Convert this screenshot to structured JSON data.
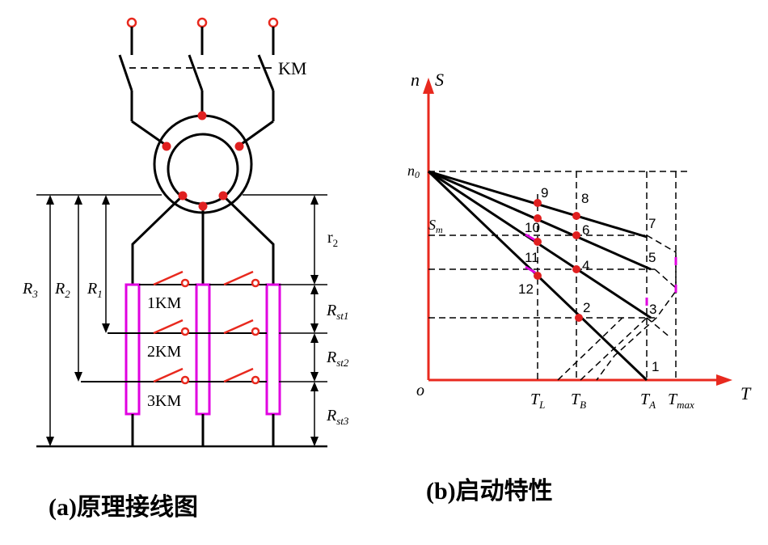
{
  "circuit": {
    "contactor_label": "KM",
    "r2_label": "r",
    "r2_sub": "2",
    "R3_label": "R",
    "R3_sub": "3",
    "R2_label": "R",
    "R2_sub": "2",
    "R1_label": "R",
    "R1_sub": "1",
    "Rst1_label": "R",
    "Rst1_sub": "st1",
    "Rst2_label": "R",
    "Rst2_sub": "st2",
    "Rst3_label": "R",
    "Rst3_sub": "st3",
    "km1_label": "1KM",
    "km2_label": "2KM",
    "km3_label": "3KM",
    "caption": "(a)原理接线图"
  },
  "characteristic": {
    "y_label_n": "n",
    "y_label_s": "S",
    "origin_label": "o",
    "x_label": "T",
    "n0_label": "n",
    "n0_sub": "0",
    "sm_label": "S",
    "sm_sub": "m",
    "tl_label": "T",
    "tl_sub": "L",
    "tb_label": "T",
    "tb_sub": "B",
    "ta_label": "T",
    "ta_sub": "A",
    "tmax_label": "T",
    "tmax_sub": "max",
    "point_labels": [
      "1",
      "2",
      "3",
      "4",
      "5",
      "6",
      "7",
      "8",
      "9",
      "10",
      "11",
      "12"
    ],
    "caption": "(b)启动特性"
  },
  "colors": {
    "line": "#000000",
    "accent_red": "#e8291e",
    "resistor_magenta": "#e000e0",
    "dot_red": "#e02020"
  }
}
